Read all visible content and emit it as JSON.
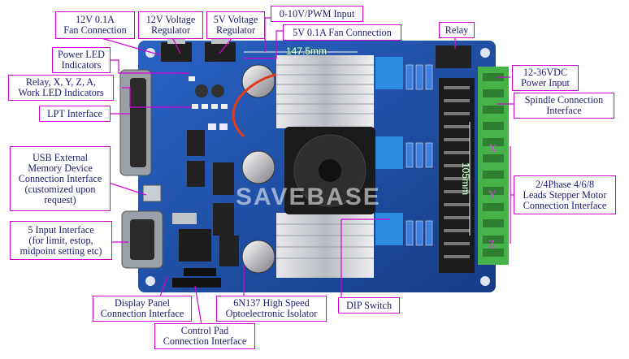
{
  "labels": {
    "fan12": [
      "12V 0.1A",
      "Fan Connection"
    ],
    "reg12": [
      "12V Voltage",
      "Regulator"
    ],
    "reg5": [
      "5V Voltage",
      "Regulator"
    ],
    "pwm": [
      "0-10V/PWM Input"
    ],
    "fan5": [
      "5V 0.1A Fan Connection"
    ],
    "relay": [
      "Relay"
    ],
    "powerled": [
      "Power LED",
      "Indicators"
    ],
    "workled": [
      "Relay, X, Y, Z, A,",
      "Work LED Indicators"
    ],
    "lpt": [
      "LPT Interface"
    ],
    "power_input": [
      "12-36VDC",
      "Power Input"
    ],
    "spindle": [
      "Spindle Connection",
      "Interface"
    ],
    "usb": [
      "USB External",
      "Memory Device",
      "Connection Interface",
      "(customized upon",
      "request)"
    ],
    "stepper": [
      "2/4Phase 4/6/8",
      "Leads Stepper Motor",
      "Connection Interface"
    ],
    "input5": [
      "5 Input Interface",
      "(for limit, estop,",
      "midpoint setting etc)"
    ],
    "display": [
      "Display Panel",
      "Connection Interface"
    ],
    "opto": [
      "6N137 High Speed",
      "Optoelectronic Isolator"
    ],
    "dip": [
      "DIP Switch"
    ],
    "control": [
      "Control Pad",
      "Connection Interface"
    ]
  },
  "axes": {
    "x": "X",
    "y": "Y",
    "z": "Z"
  },
  "dimensions": {
    "width": "147.5mm",
    "height": "105mm"
  },
  "watermark": "SAVEBASE",
  "colors": {
    "label_border": "#d400d4",
    "label_text": "#1c1c6e",
    "board": "#1f4fa8",
    "terminal": "#45b34a",
    "callout_line": "#d400d4"
  }
}
